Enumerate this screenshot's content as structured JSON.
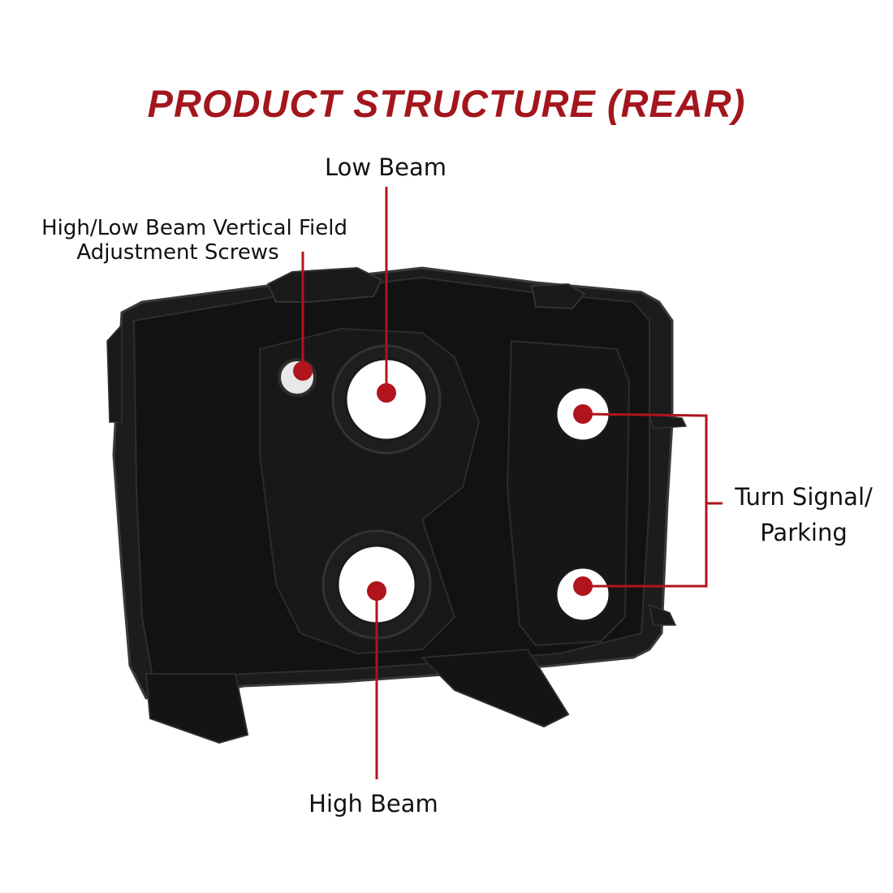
{
  "title": "PRODUCT STRUCTURE (REAR)",
  "colors": {
    "title": "#a3161d",
    "callout": "#b0141c",
    "housing": "#141414",
    "housing_edge": "#2e2e2e",
    "port": "#ffffff"
  },
  "callouts": {
    "low_beam": {
      "label": "Low Beam"
    },
    "adjust_screws": {
      "line1": "High/Low Beam Vertical Field",
      "line2": "Adjustment Screws"
    },
    "turn_signal": {
      "line1": "Turn Signal/",
      "line2": "Parking"
    },
    "high_beam": {
      "label": "High Beam"
    }
  }
}
